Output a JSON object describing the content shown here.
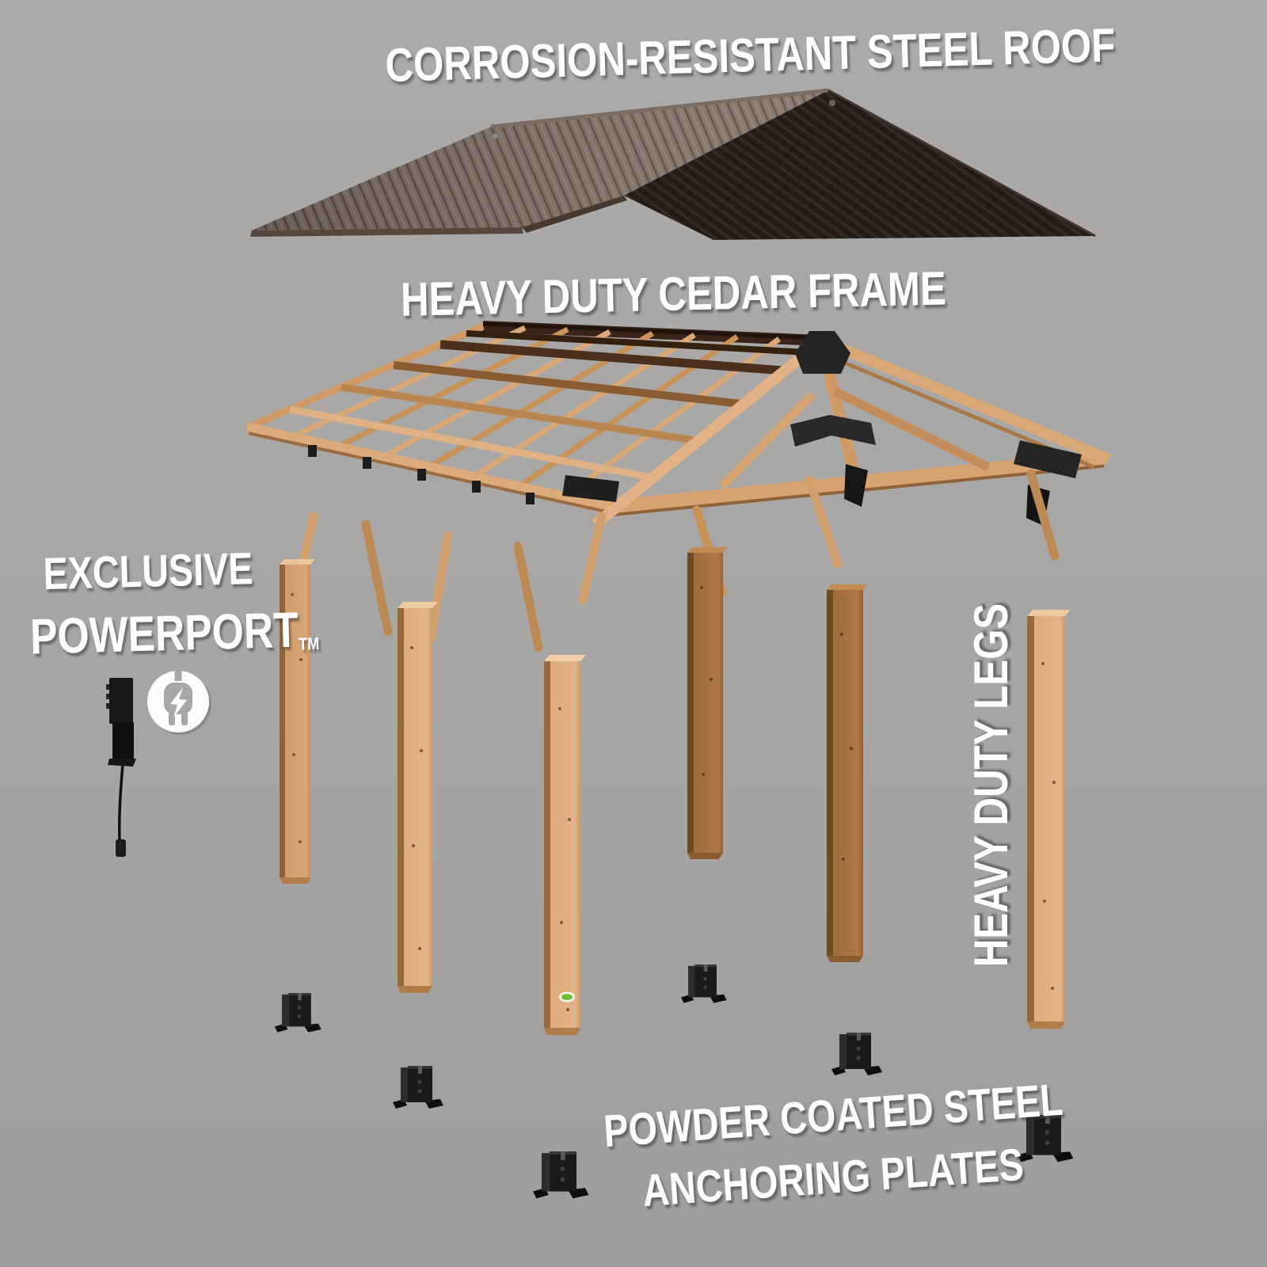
{
  "labels": {
    "roof": "CORROSION-RESISTANT STEEL ROOF",
    "frame": "HEAVY DUTY CEDAR FRAME",
    "powerport_line1": "EXCLUSIVE",
    "powerport_line2": "POWERPORT",
    "powerport_tm": "TM",
    "legs": "HEAVY DUTY LEGS",
    "plates_line1": "POWDER COATED STEEL",
    "plates_line2": "ANCHORING PLATES"
  },
  "icons": {
    "powerport_badge": "plug-lightning-icon"
  },
  "exploded_parts": {
    "roof": "corrosion-resistant steel roof panels",
    "frame": "heavy duty cedar roof frame",
    "powerport": "exclusive powerport electrical strip",
    "legs_count": 6,
    "anchor_plates_count": 6
  },
  "colors": {
    "background": "#a8a7a5",
    "label_text": "#ffffff",
    "roof_light_slope": "#7d6f65",
    "roof_dark_slope": "#281f18",
    "cedar_wood": "#d8a273",
    "cedar_wood_dark": "#a6713f",
    "steel_black": "#1d1d1d",
    "sticker_green": "#6fbe2e"
  }
}
